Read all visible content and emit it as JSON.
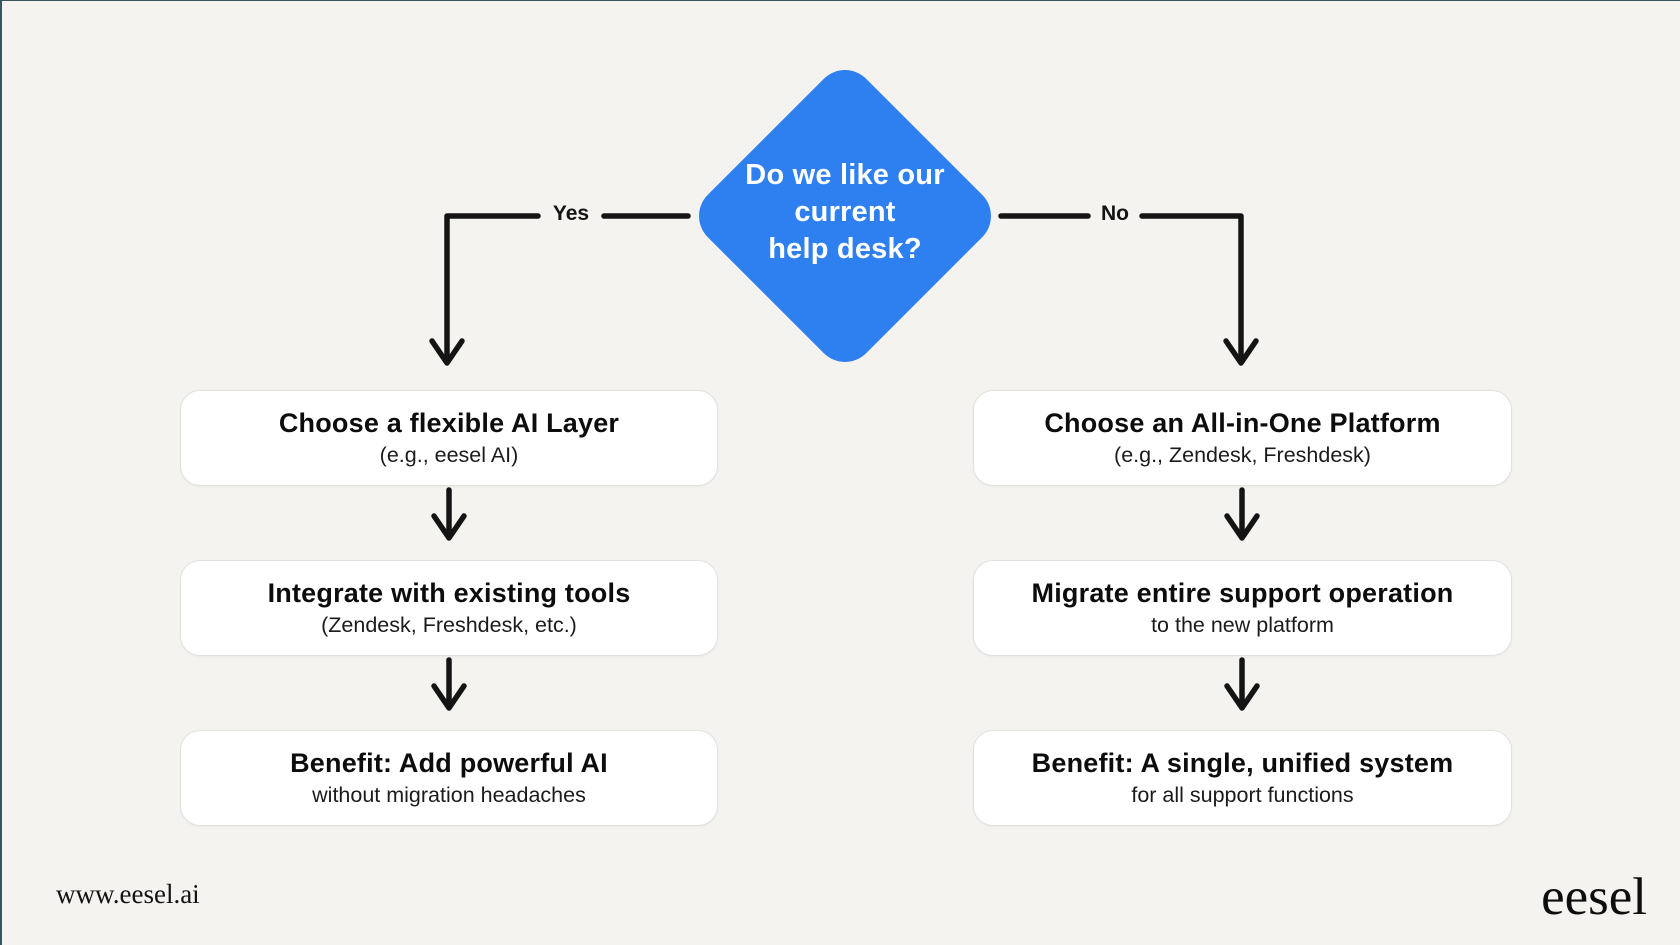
{
  "diagram": {
    "decision_diamond": {
      "lines": [
        "Do we like our",
        "current",
        "help desk?"
      ],
      "fill": "#2e7ff0",
      "text_color": "#ffffff"
    },
    "branch_labels": {
      "yes": "Yes",
      "no": "No"
    },
    "columns": {
      "yes": {
        "steps": [
          {
            "title": "Choose a flexible AI Layer",
            "subtitle": "(e.g., eesel AI)"
          },
          {
            "title": "Integrate with existing tools",
            "subtitle": "(Zendesk, Freshdesk, etc.)"
          },
          {
            "title": "Benefit: Add powerful AI",
            "subtitle": "without migration headaches"
          }
        ]
      },
      "no": {
        "steps": [
          {
            "title": "Choose an All-in-One Platform",
            "subtitle": "(e.g., Zendesk, Freshdesk)"
          },
          {
            "title": "Migrate entire support operation",
            "subtitle": "to the new platform"
          },
          {
            "title": "Benefit: A single, unified system",
            "subtitle": "for all support functions"
          }
        ]
      }
    }
  },
  "footer": {
    "website_url": "www.eesel.ai",
    "brand_logo": "eesel"
  },
  "colors": {
    "background": "#f4f3f0",
    "line": "#141414",
    "box_fill": "#ffffff",
    "box_border": "#e3e1de",
    "accent_blue": "#2e7ff0",
    "frame_edge": "#3b545e"
  }
}
